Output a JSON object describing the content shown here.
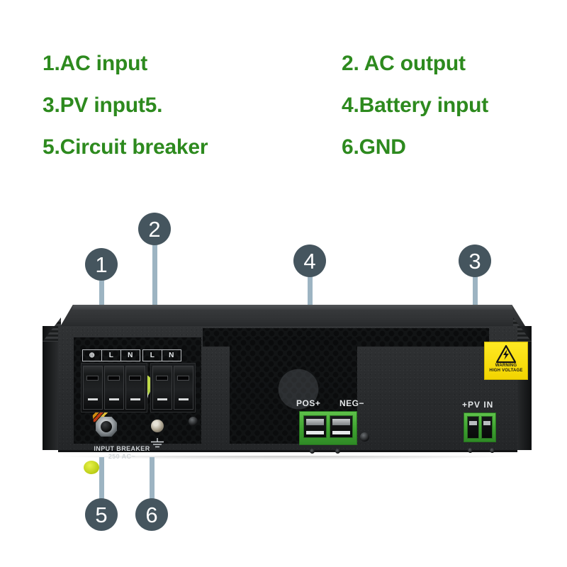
{
  "legend": {
    "left_column": [
      "1.AC input",
      "3.PV input5.",
      "5.Circuit breaker"
    ],
    "right_column": [
      "2. AC output",
      "4.Battery input",
      "6.GND"
    ],
    "text_color": "#2d8a1e"
  },
  "callouts": [
    {
      "number": "1",
      "target": "ac-input-terminals"
    },
    {
      "number": "2",
      "target": "ac-output-terminals"
    },
    {
      "number": "3",
      "target": "pv-input-terminals"
    },
    {
      "number": "4",
      "target": "battery-input-terminals"
    },
    {
      "number": "5",
      "target": "input-breaker"
    },
    {
      "number": "6",
      "target": "ground-screw"
    }
  ],
  "callout_style": {
    "bubble_color": "#45555e",
    "number_color": "#ffffff",
    "stem_color": "#9db4c2"
  },
  "device": {
    "name": "solar-inverter-rear-panel",
    "body_color": "#2b2d2f",
    "ac_terminal_labels": {
      "ground_group": [
        "⊕",
        "L",
        "N"
      ],
      "output_group": [
        "L",
        "N"
      ]
    },
    "breaker_label_line1": "INPUT BREAKER",
    "breaker_label_line2": "250 AC~",
    "battery_labels": {
      "positive": "POS+",
      "negative": "NEG−"
    },
    "pv_label": "+PV  IN",
    "warning_label": {
      "line1": "WARNING",
      "line2": "HIGH VOLTAGE",
      "background_color": "#f2d400"
    },
    "terminal_block_color": "#3da12f"
  }
}
